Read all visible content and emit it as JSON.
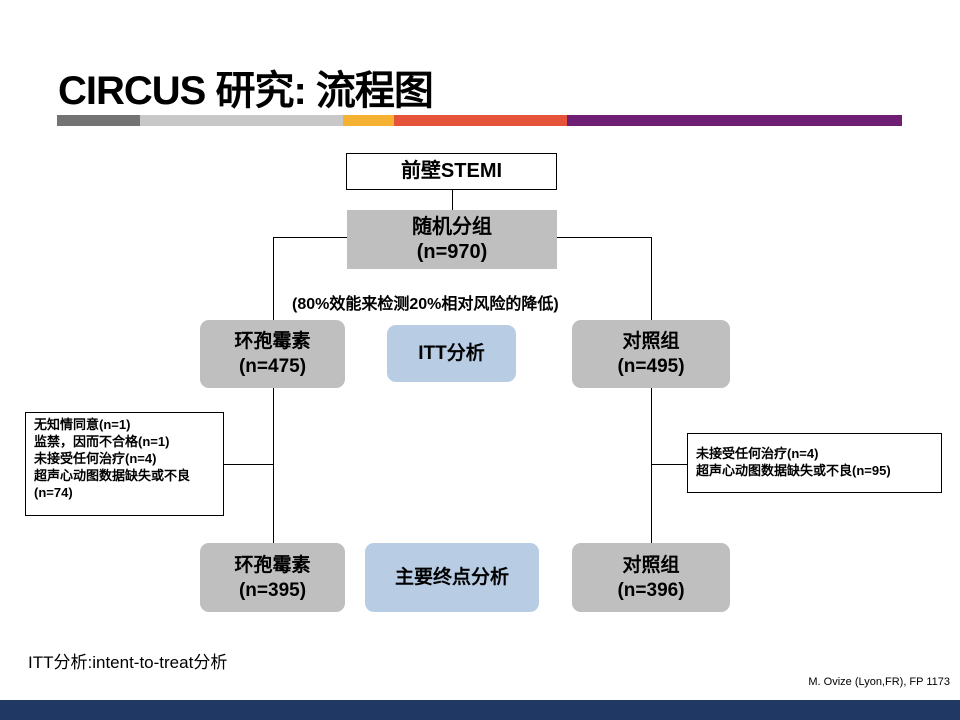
{
  "title": "CIRCUS 研究: 流程图",
  "colors": {
    "bar": [
      "#737373",
      "#c8c8c8",
      "#f4b132",
      "#e4533a",
      "#6f1f73"
    ],
    "footer": "#1f3864",
    "box_gray": "#bfbfbf",
    "box_blue": "#b8cce4"
  },
  "flow": {
    "top": "前壁STEMI",
    "random": {
      "label": "随机分组",
      "n": "(n=970)"
    },
    "power_note": "(80%效能来检测20%相对风险的降低)",
    "left_itt": {
      "label": "环孢霉素",
      "n": "(n=475)"
    },
    "itt": "ITT分析",
    "right_itt": {
      "label": "对照组",
      "n": "(n=495)"
    },
    "left_excl": [
      "无知情同意(n=1)",
      "监禁，因而不合格(n=1)",
      "未接受任何治疗(n=4)",
      "超声心动图数据缺失或不良(n=74)"
    ],
    "right_excl": [
      "未接受任何治疗(n=4)",
      "超声心动图数据缺失或不良(n=95)"
    ],
    "left_final": {
      "label": "环孢霉素",
      "n": "(n=395)"
    },
    "primary": "主要终点分析",
    "right_final": {
      "label": "对照组",
      "n": "(n=396)"
    }
  },
  "footnote": "ITT分析:intent-to-treat分析",
  "citation": "M. Ovize (Lyon,FR), FP 1173"
}
